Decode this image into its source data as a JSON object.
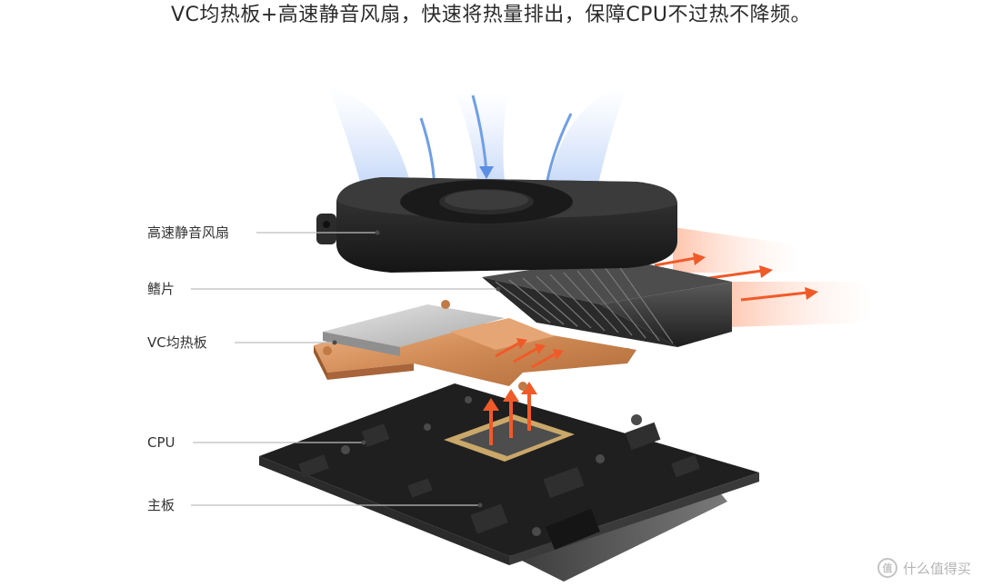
{
  "headline": "VC均热板+高速静音风扇，快速将热量排出，保障CPU不过热不降频。",
  "components": [
    {
      "id": "fan",
      "label": "高速静音风扇"
    },
    {
      "id": "fins",
      "label": "鳍片"
    },
    {
      "id": "vc",
      "label": "VC均热板"
    },
    {
      "id": "cpu",
      "label": "CPU"
    },
    {
      "id": "board",
      "label": "主板"
    }
  ],
  "watermark": {
    "badge": "值",
    "text": "什么值得买"
  },
  "colors": {
    "text": "#333333",
    "leader_line": "#bdbdbd",
    "airflow_in": "#6f9fe8",
    "airflow_out": "#f05a28",
    "copper": "#d9925e",
    "fan_body": "#2a2a2a",
    "board": "#1e1e1e"
  }
}
